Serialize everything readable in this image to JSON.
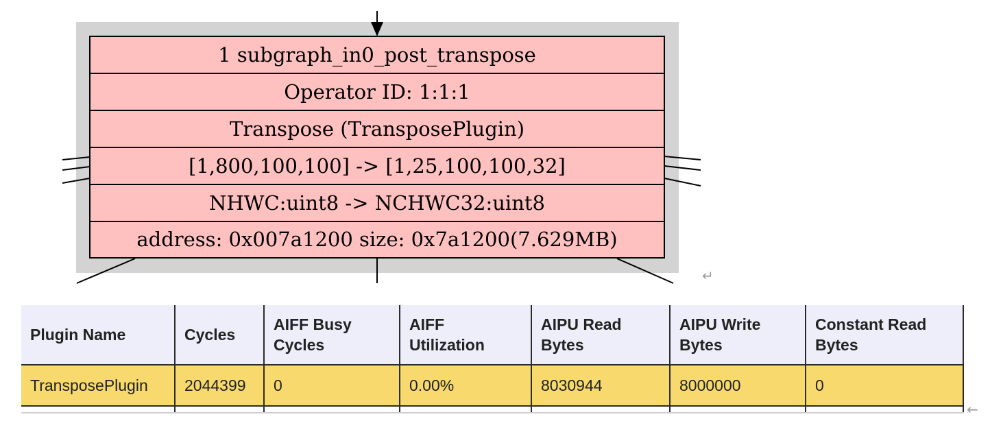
{
  "node": {
    "rows": [
      "1 subgraph_in0_post_transpose",
      "Operator ID: 1:1:1",
      "Transpose (TransposePlugin)",
      "[1,800,100,100] -> [1,25,100,100,32]",
      "NHWC:uint8 -> NCHWC32:uint8",
      "address: 0x007a1200 size: 0x7a1200(7.629MB)"
    ],
    "fill_color": "#ffc0c0",
    "cluster_color": "#d3d3d3"
  },
  "return_mark": "↵",
  "scroll_mark": "←",
  "stats_table": {
    "headers": [
      "Plugin Name",
      "Cycles",
      "AIFF Busy Cycles",
      "AIFF Utilization",
      "AIPU Read Bytes",
      "AIPU Write Bytes",
      "Constant Read Bytes"
    ],
    "rows": [
      [
        "TransposePlugin",
        "2044399",
        "0",
        "0.00%",
        "8030944",
        "8000000",
        "0"
      ]
    ],
    "header_color": "#eeeefa",
    "row_color": "#f7d96e"
  }
}
